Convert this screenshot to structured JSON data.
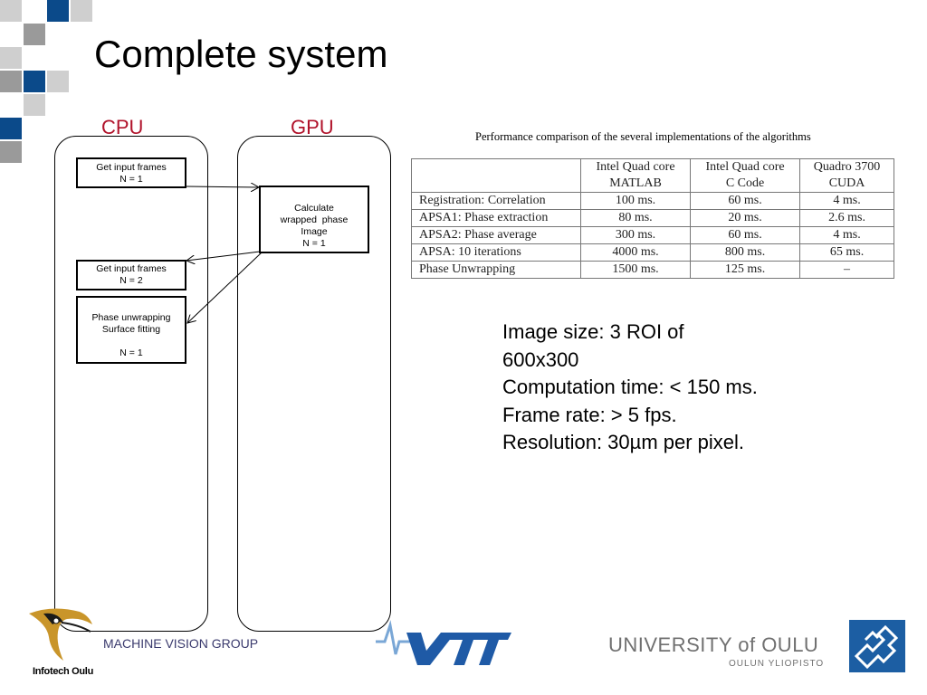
{
  "slide": {
    "title": "Complete system"
  },
  "flow": {
    "cpu_label": "CPU",
    "gpu_label": "GPU",
    "boxes": {
      "get_frames_1": [
        "Get input frames",
        "N = 1"
      ],
      "calc_phase": [
        "Calculate",
        "wrapped  phase",
        "Image",
        "N = 1"
      ],
      "get_frames_2": [
        "Get input frames",
        "N = 2"
      ],
      "unwrap": [
        "Phase unwrapping",
        "Surface fitting",
        "",
        "N = 1"
      ]
    }
  },
  "table": {
    "caption": "Performance comparison of the several implementations of the algorithms",
    "headers": [
      [
        "",
        ""
      ],
      [
        "Intel Quad core",
        "MATLAB"
      ],
      [
        "Intel Quad core",
        "C Code"
      ],
      [
        "Quadro 3700",
        "CUDA"
      ]
    ],
    "rows": [
      [
        "Registration: Correlation",
        "100 ms.",
        "60 ms.",
        "4 ms."
      ],
      [
        "APSA1: Phase extraction",
        "80 ms.",
        "20 ms.",
        "2.6 ms."
      ],
      [
        "APSA2: Phase average",
        "300 ms.",
        "60 ms.",
        "4 ms."
      ],
      [
        "APSA: 10 iterations",
        "4000 ms.",
        "800 ms.",
        "65 ms."
      ],
      [
        "Phase Unwrapping",
        "1500 ms.",
        "125 ms.",
        "–"
      ]
    ]
  },
  "specs": {
    "lines": [
      "Image size: 3 ROI of",
      "600x300",
      "Computation time: < 150 ms.",
      "Frame rate: > 5 fps.",
      "Resolution: 30µm per pixel."
    ]
  },
  "footer": {
    "group": "MACHINE VISION GROUP",
    "infotech": "Infotech Oulu",
    "vtt": "VTT",
    "university": "UNIVERSITY of OULU",
    "university_sub": "OULUN YLIOPISTO"
  },
  "colors": {
    "accent_red": "#b0122a",
    "deco_blue": "#0b4a8a",
    "deco_gray": "#9a9a9a",
    "deco_light": "#cfcfcf",
    "vtt_blue": "#1f5aa6",
    "oulu_blue": "#1c5ea3"
  }
}
